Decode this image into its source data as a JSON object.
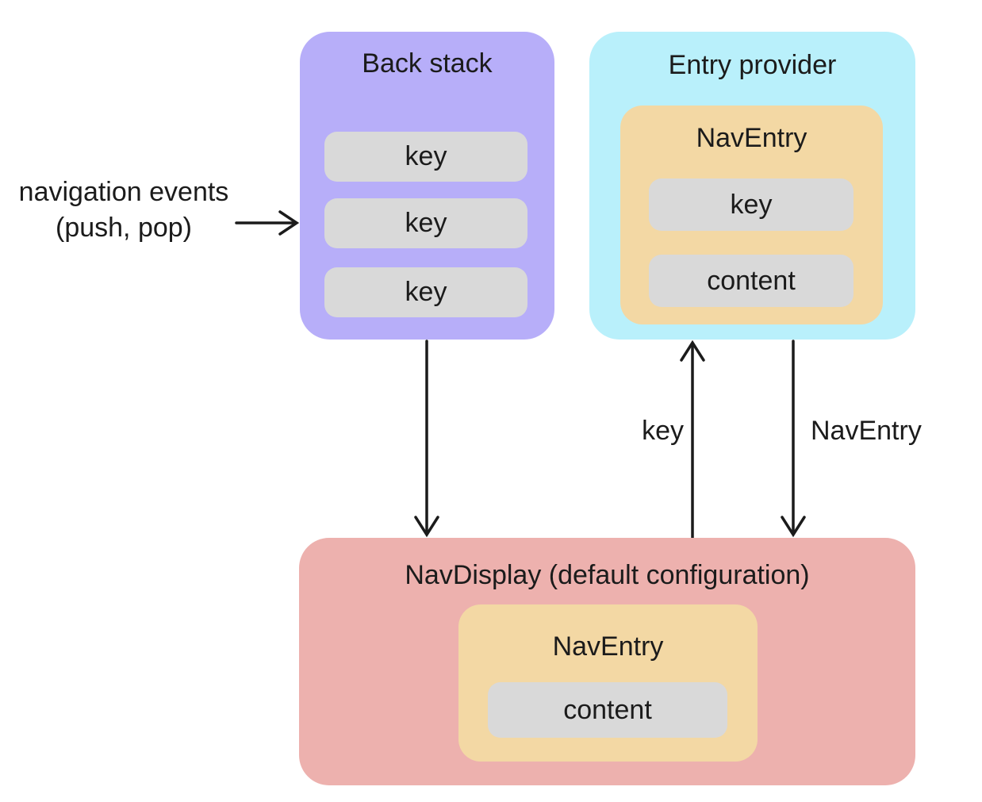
{
  "back_stack": {
    "title": "Back stack",
    "keys": [
      "key",
      "key",
      "key"
    ]
  },
  "entry_provider": {
    "title": "Entry provider",
    "nav_entry": {
      "title": "NavEntry",
      "key_label": "key",
      "content_label": "content"
    }
  },
  "nav_display": {
    "title": "NavDisplay (default configuration)",
    "nav_entry": {
      "title": "NavEntry",
      "content_label": "content"
    }
  },
  "labels": {
    "navigation_events_line1": "navigation events",
    "navigation_events_line2": "(push, pop)",
    "key_arrow_label": "key",
    "nav_entry_arrow_label": "NavEntry"
  },
  "colors": {
    "back_stack_fill": "#B7AEF9",
    "entry_provider_fill": "#B9F0FB",
    "nav_entry_fill": "#F3D8A4",
    "nav_display_fill": "#EDB1AE",
    "pill_fill": "#D9D9D9",
    "arrow_stroke": "#1B1B1B",
    "text": "#1B1B1B",
    "background": "#FFFFFF"
  }
}
